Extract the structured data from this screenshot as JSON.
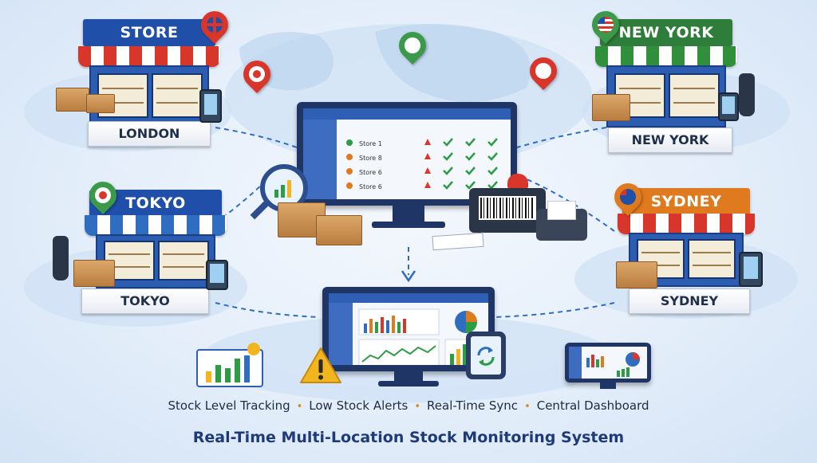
{
  "stores": {
    "london": {
      "sign": "STORE",
      "name": "LONDON",
      "sign_color": "#1f4fa8"
    },
    "new_york": {
      "sign": "NEW YORK",
      "name": "NEW YORK",
      "sign_color": "#2f7d3a"
    },
    "tokyo": {
      "sign": "TOKYO",
      "name": "TOKYO",
      "sign_color": "#1f4fa8"
    },
    "sydney": {
      "sign": "SYDNEY",
      "name": "SYDNEY",
      "sign_color": "#e07a1f"
    }
  },
  "central_monitor": {
    "rows": [
      {
        "label": "Store 1",
        "status_color": "#2e9b45"
      },
      {
        "label": "Store 8",
        "status_color": "#e07a1f"
      },
      {
        "label": "Store 6",
        "status_color": "#e07a1f"
      },
      {
        "label": "Store 6",
        "status_color": "#e07a1f"
      }
    ]
  },
  "features": [
    "Stock Level Tracking",
    "Low Stock Alerts",
    "Real-Time Sync",
    "Central Dashboard"
  ],
  "footer_title": "Real-Time Multi-Location Stock Monitoring System",
  "colors": {
    "accent_blue": "#2f6dc0",
    "alert_red": "#d9362b",
    "check_green": "#2e9b45",
    "warning_yellow": "#f2b51f"
  }
}
